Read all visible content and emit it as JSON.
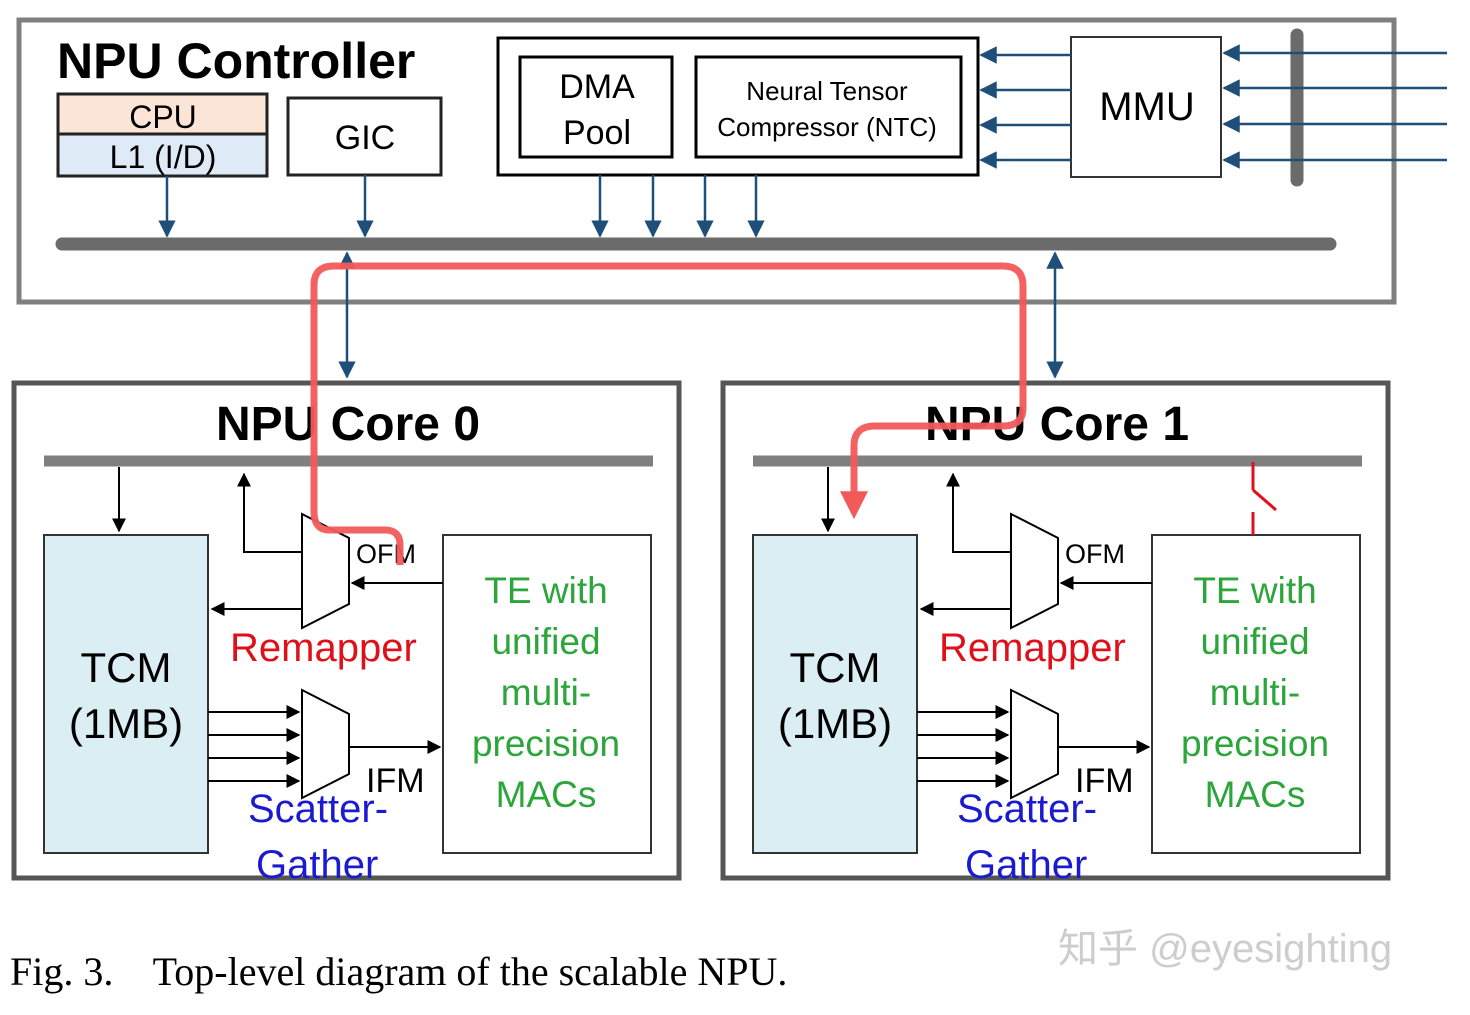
{
  "controller": {
    "title": "NPU Controller",
    "cpu": "CPU",
    "l1": "L1 (I/D)",
    "gic": "GIC",
    "dma_line1": "DMA",
    "dma_line2": "Pool",
    "ntc_line1": "Neural Tensor",
    "ntc_line2": "Compressor (NTC)",
    "mmu": "MMU"
  },
  "cores": [
    {
      "title": "NPU Core 0",
      "tcm_line1": "TCM",
      "tcm_line2": "(1MB)",
      "ofm": "OFM",
      "ifm": "IFM",
      "remapper": "Remapper",
      "scatter_line1": "Scatter-",
      "scatter_line2": "Gather",
      "te_lines": [
        "TE with",
        "unified",
        "multi-",
        "precision",
        "MACs"
      ]
    },
    {
      "title": "NPU Core 1",
      "tcm_line1": "TCM",
      "tcm_line2": "(1MB)",
      "ofm": "OFM",
      "ifm": "IFM",
      "remapper": "Remapper",
      "scatter_line1": "Scatter-",
      "scatter_line2": "Gather",
      "te_lines": [
        "TE with",
        "unified",
        "multi-",
        "precision",
        "MACs"
      ]
    }
  ],
  "caption": "Fig. 3.    Top-level diagram of the scalable NPU.",
  "watermark": "知乎 @eyesighting",
  "colors": {
    "border": "#7f7f7f",
    "bus": "#7f7f7f",
    "arrow": "#1f4e79",
    "cpu_fill": "#fbe5d6",
    "l1_fill": "#deebf7",
    "tcm_fill": "#daeef3",
    "te_text": "#2ca53a",
    "remapper_text": "#e0101a",
    "scatter_text": "#1a1ad0",
    "path": "#f25a5a"
  }
}
